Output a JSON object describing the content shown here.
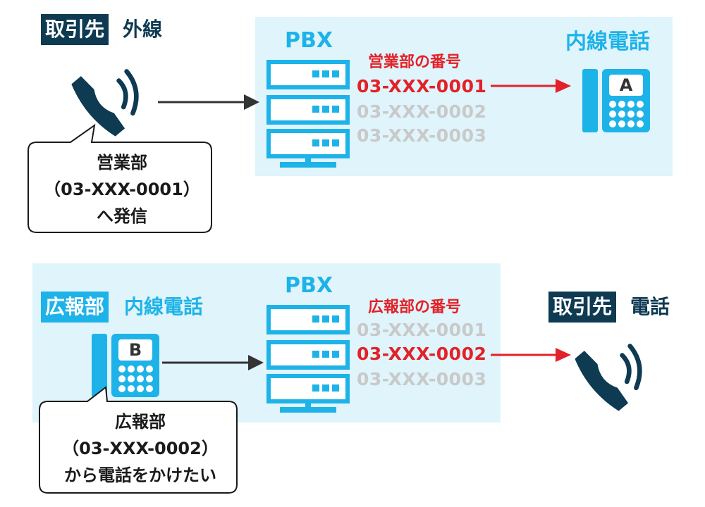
{
  "top": {
    "caller_tag": "取引先",
    "caller_label": "外線",
    "pbx_title": "PBX",
    "numbers_heading": "営業部の番号",
    "numbers": [
      "03-XXX-0001",
      "03-XXX-0002",
      "03-XXX-0003"
    ],
    "active_index": 0,
    "extension_title": "内線電話",
    "extension_key": "A",
    "bubble_lines": [
      "営業部",
      "（03-XXX-0001）",
      "へ発信"
    ]
  },
  "bottom": {
    "dept_tag": "広報部",
    "dept_label": "内線電話",
    "pbx_title": "PBX",
    "numbers_heading": "広報部の番号",
    "numbers": [
      "03-XXX-0001",
      "03-XXX-0002",
      "03-XXX-0003"
    ],
    "active_index": 1,
    "extension_key": "B",
    "callee_tag": "取引先",
    "callee_label": "電話",
    "bubble_lines": [
      "広報部",
      "（03-XXX-0002）",
      "から電話をかけたい"
    ]
  },
  "colors": {
    "dark_navy": "#0e3a52",
    "accent_blue": "#1eb3e8",
    "panel_bg": "#dff4fb",
    "active_red": "#e32128",
    "inactive_gray": "#c9c9c9",
    "arrow_dark": "#333333"
  },
  "icons": [
    "handset-icon",
    "server-icon",
    "desk-phone-icon",
    "arrow-icon"
  ]
}
